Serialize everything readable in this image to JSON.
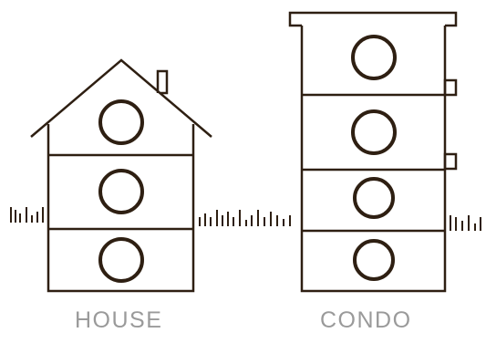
{
  "labels": {
    "house": "HOUSE",
    "condo": "CONDO"
  },
  "colors": {
    "line": "#2e1f12",
    "label": "#9a9a9a",
    "background": "#ffffff"
  },
  "buildings": [
    {
      "name": "house",
      "floors": 3
    },
    {
      "name": "condo",
      "floors": 4
    }
  ]
}
